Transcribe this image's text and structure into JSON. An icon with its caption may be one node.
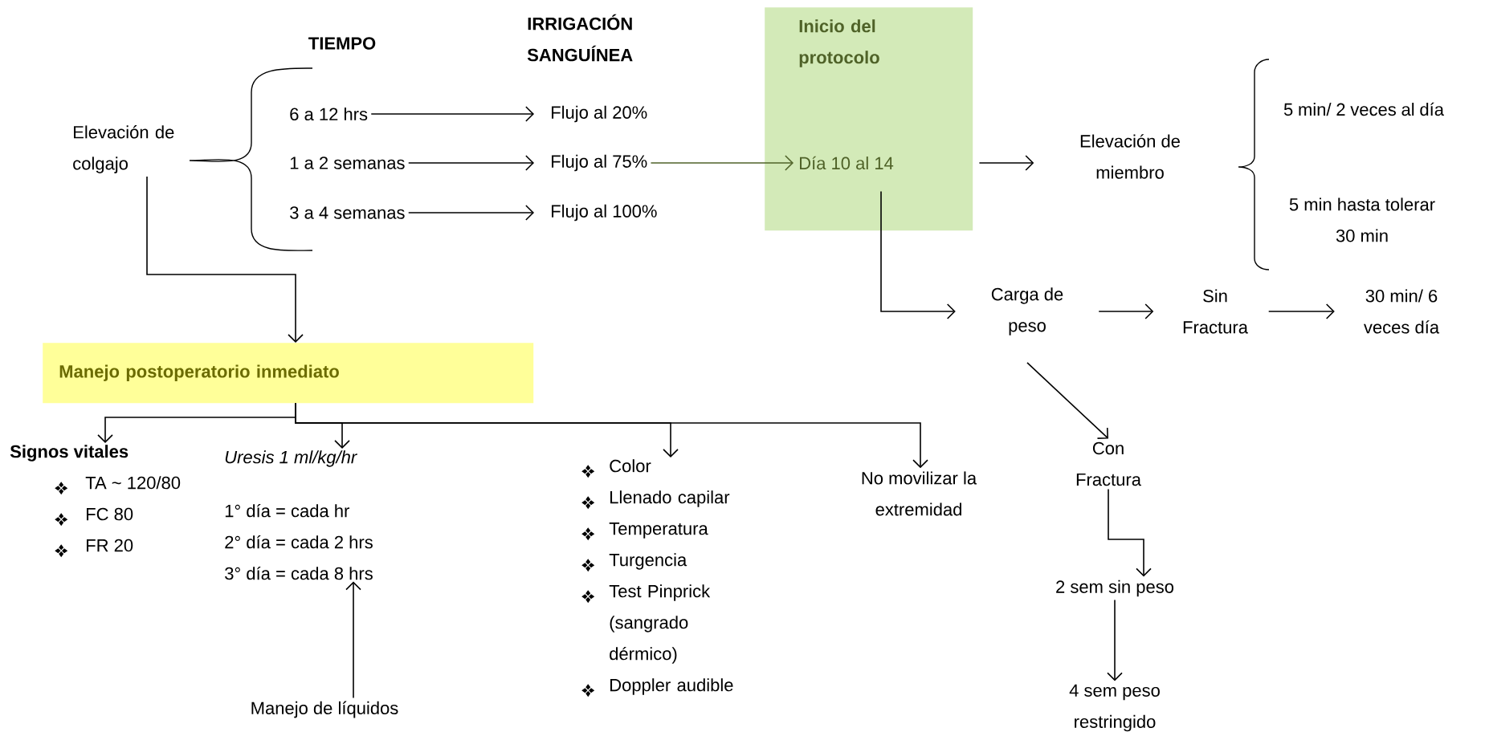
{
  "diagram": {
    "nodes": [
      {
        "text": [
          "Elevación de colgajo"
        ]
      },
      {
        "text": [
          "6 a 12 hrs"
        ]
      },
      {
        "text": [
          "1 a 2 semanas"
        ]
      },
      {
        "text": [
          "3 a 4 semanas"
        ]
      },
      {
        "text": [
          "Flujo al 20%"
        ]
      },
      {
        "text": [
          "Flujo al 75%"
        ]
      },
      {
        "text": [
          "Flujo al 100%"
        ]
      },
      {
        "text": [
          "Inicio del protocolo",
          "Día 10 al 14"
        ]
      },
      {
        "text": [
          "Elevación de miembro"
        ]
      },
      {
        "text": [
          "5 min/ 2 veces al día"
        ]
      },
      {
        "text": [
          "5 min hasta tolerar 30 min"
        ]
      },
      {
        "text": [
          "Carga de peso"
        ]
      },
      {
        "text": [
          "Sin Fractura"
        ]
      },
      {
        "text": [
          "30 min/ 6 veces día"
        ]
      },
      {
        "text": [
          "Con Fractura"
        ]
      },
      {
        "text": [
          "2 sem sin peso"
        ]
      },
      {
        "text": [
          "4 sem peso restringido"
        ]
      },
      {
        "text": [
          "Manejo postoperatorio inmediato"
        ]
      },
      {
        "text": [
          "Signos vitales",
          "TA ~ 120/80",
          "FC 80",
          "FR 20"
        ]
      },
      {
        "text": [
          "Uresis 1 ml/kg/hr",
          "1° día = cada hr",
          "2° día = cada 2 hrs",
          "3° día = cada 8 hrs"
        ]
      },
      {
        "text": [
          "Color",
          "Llenado capilar",
          "Temperatura",
          "Turgencia",
          "Test Pinprick (sangrado dérmico)",
          "Doppler audible"
        ]
      },
      {
        "text": [
          "No movilizar la extremidad"
        ]
      },
      {
        "text": [
          "Manejo de líquidos"
        ]
      }
    ],
    "edges": [
      {
        "from": 0,
        "to": 17,
        "arrow": "to"
      },
      {
        "from": 1,
        "to": 4,
        "arrow": "to"
      },
      {
        "from": 2,
        "to": 5,
        "arrow": "to"
      },
      {
        "from": 3,
        "to": 6,
        "arrow": "to"
      },
      {
        "from": 5,
        "to": 7,
        "arrow": "to",
        "color": "#4f6228"
      },
      {
        "from": 7,
        "to": 8,
        "arrow": "to"
      },
      {
        "from": 7,
        "to": 11,
        "arrow": "to"
      },
      {
        "from": 11,
        "to": 12,
        "arrow": "to"
      },
      {
        "from": 12,
        "to": 13,
        "arrow": "to"
      },
      {
        "from": 11,
        "to": 14,
        "arrow": "to"
      },
      {
        "from": 14,
        "to": 15,
        "arrow": "to"
      },
      {
        "from": 15,
        "to": 16,
        "arrow": "to"
      },
      {
        "from": 17,
        "to": 18,
        "arrow": "to"
      },
      {
        "from": 17,
        "to": 19,
        "arrow": "to"
      },
      {
        "from": 17,
        "to": 20,
        "arrow": "to"
      },
      {
        "from": 17,
        "to": 21,
        "arrow": "to"
      },
      {
        "from": 22,
        "to": 19,
        "arrow": "to"
      }
    ],
    "labels": [
      "TIEMPO",
      "IRRIGACIÓN SANGUÍNEA"
    ]
  }
}
